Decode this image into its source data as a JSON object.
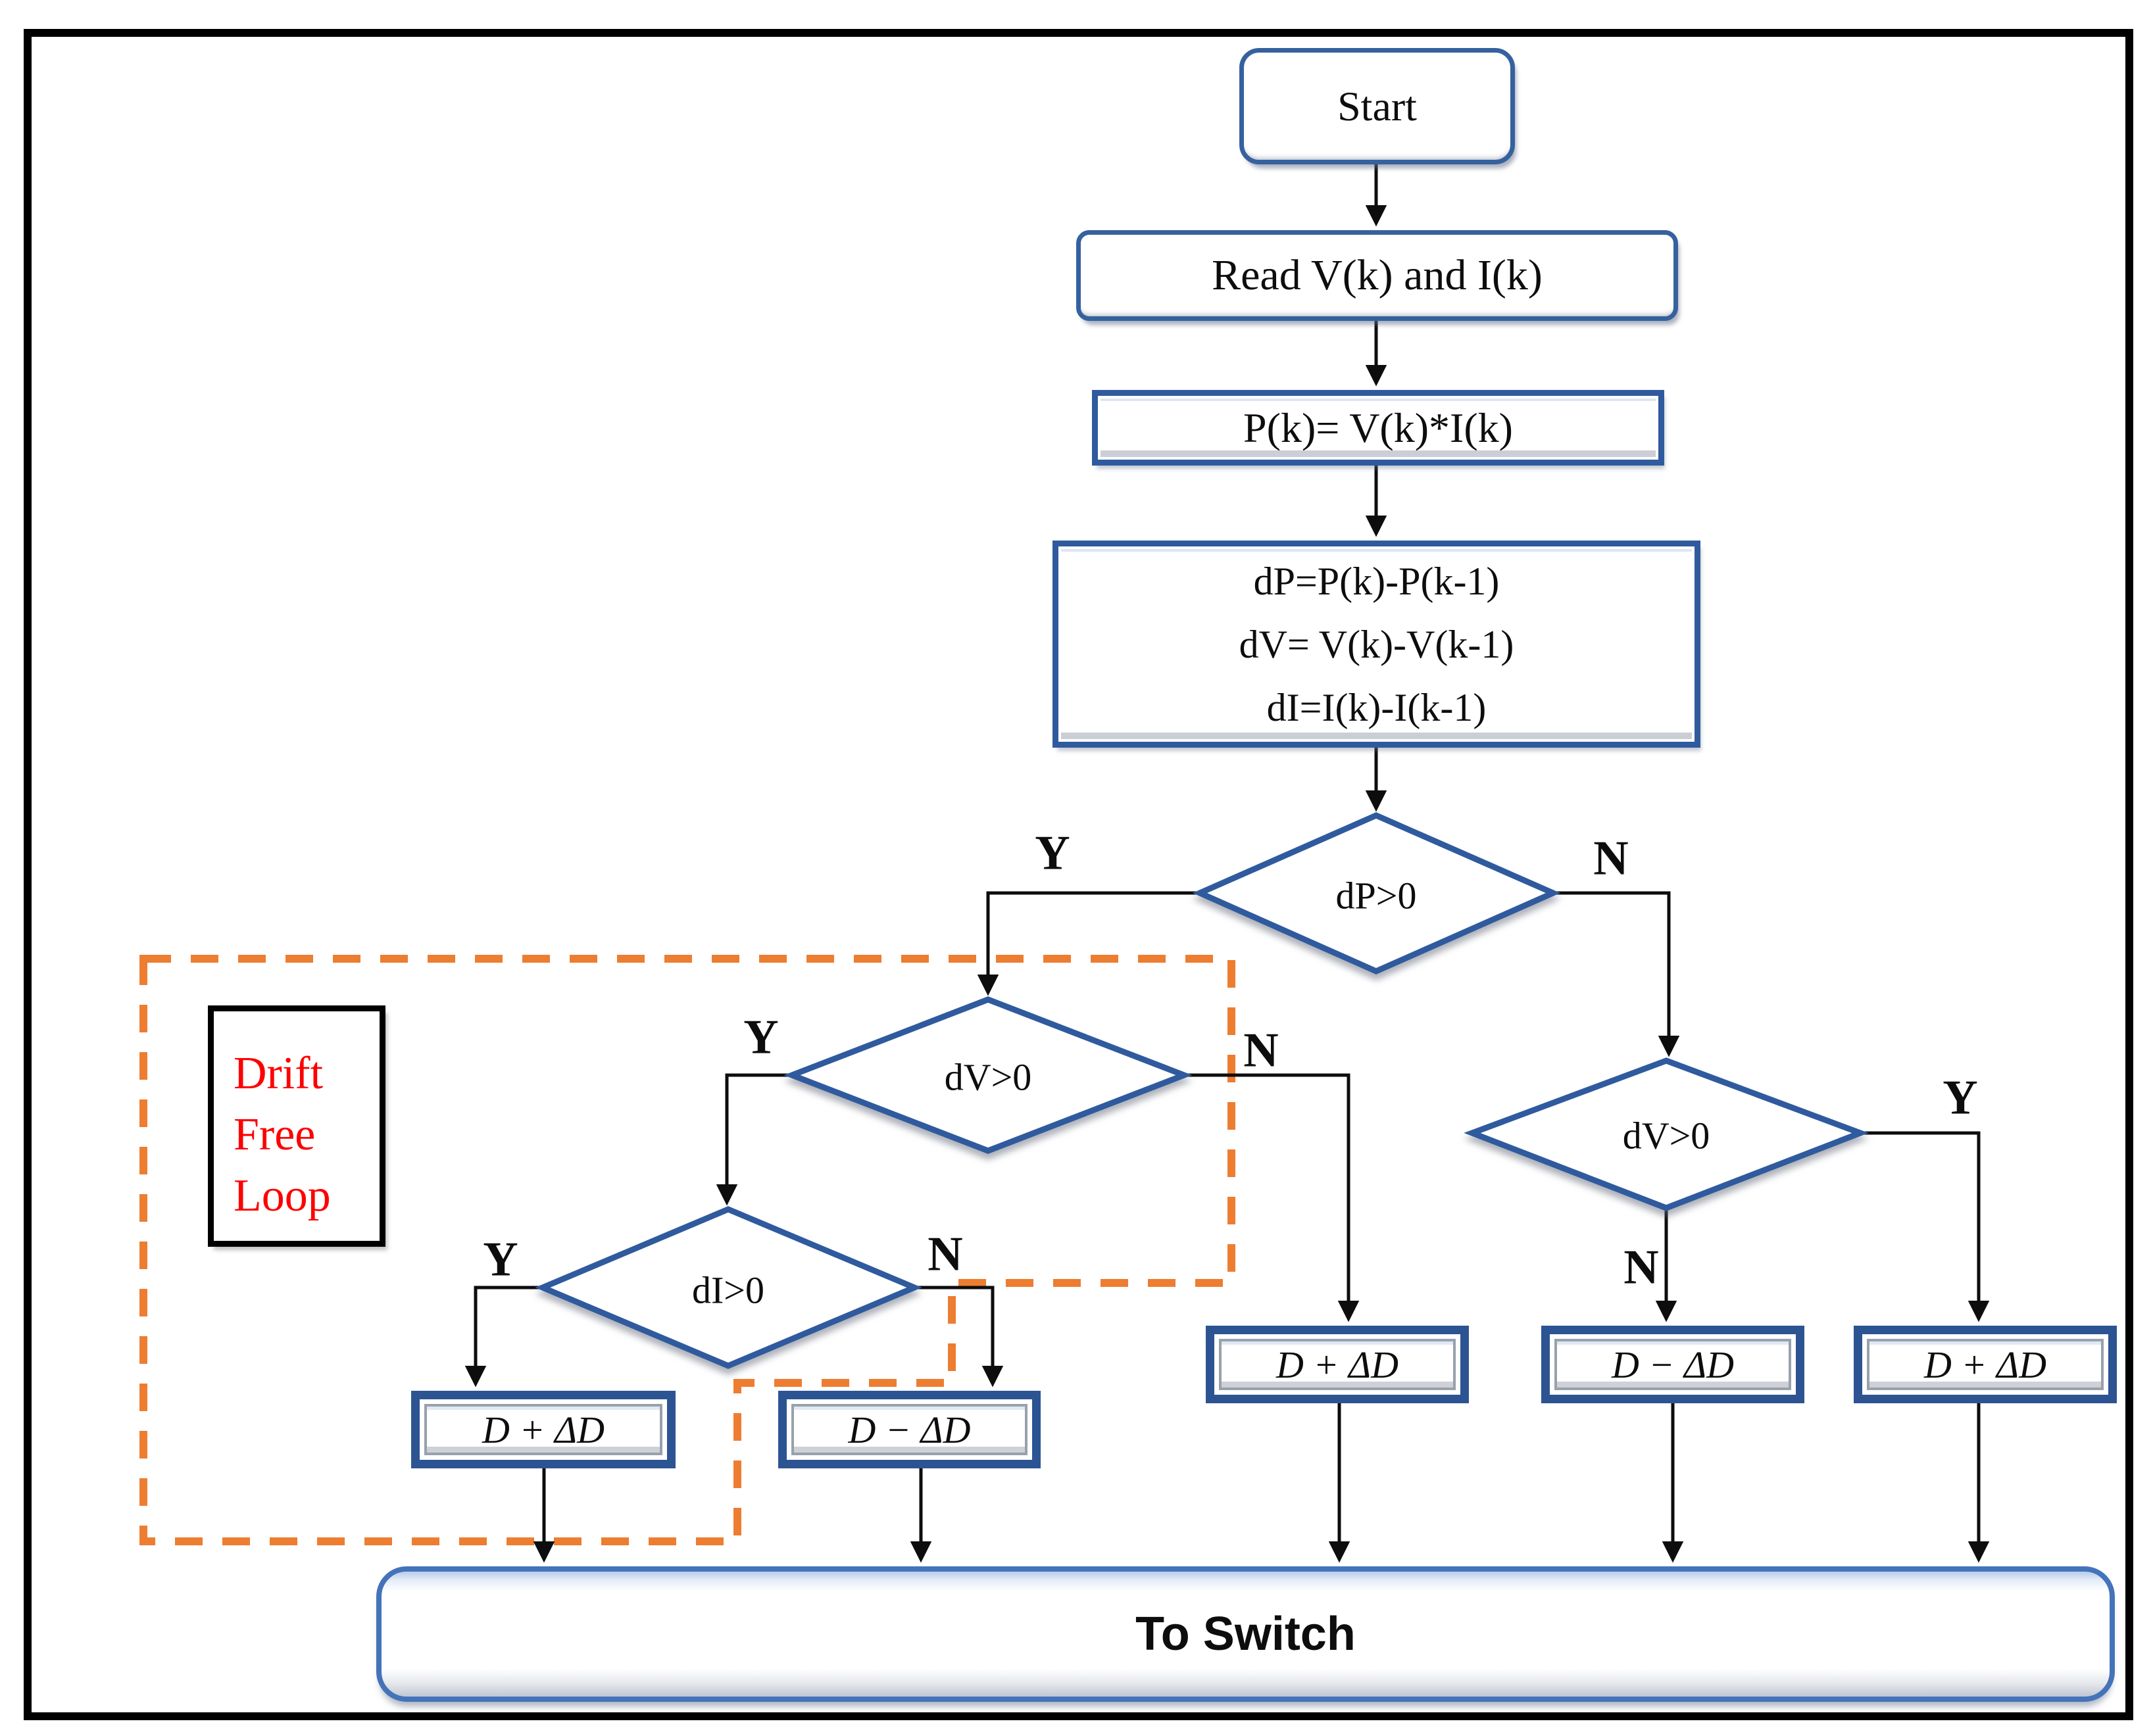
{
  "flowchart": {
    "nodes": {
      "start": "Start",
      "read": "Read V(k) and I(k)",
      "power": "P(k)= V(k)*I(k)",
      "delta_lines": [
        "dP=P(k)-P(k-1)",
        "dV= V(k)-V(k-1)",
        "dI=I(k)-I(k-1)"
      ],
      "to_switch": "To Switch"
    },
    "decisions": {
      "dp": "dP>0",
      "dv_left": "dV>0",
      "dv_right": "dV>0",
      "di": "dI>0"
    },
    "actions": {
      "di_yes": "D + ΔD",
      "di_no": "D − ΔD",
      "dv_left_no": "D + ΔD",
      "dv_right_no": "D − ΔD",
      "dv_right_yes": "D + ΔD"
    },
    "branch_labels": {
      "yes": "Y",
      "no": "N"
    },
    "annotation": {
      "drift_lines": [
        "Drift",
        "Free",
        "Loop"
      ]
    },
    "colors": {
      "shape_border": "#35619e",
      "action_border": "#2d5492",
      "switch_border": "#4473b9",
      "dashed_region": "#ed7d31",
      "drift_text": "#fe0000",
      "connector": "#0d0d0d"
    }
  }
}
